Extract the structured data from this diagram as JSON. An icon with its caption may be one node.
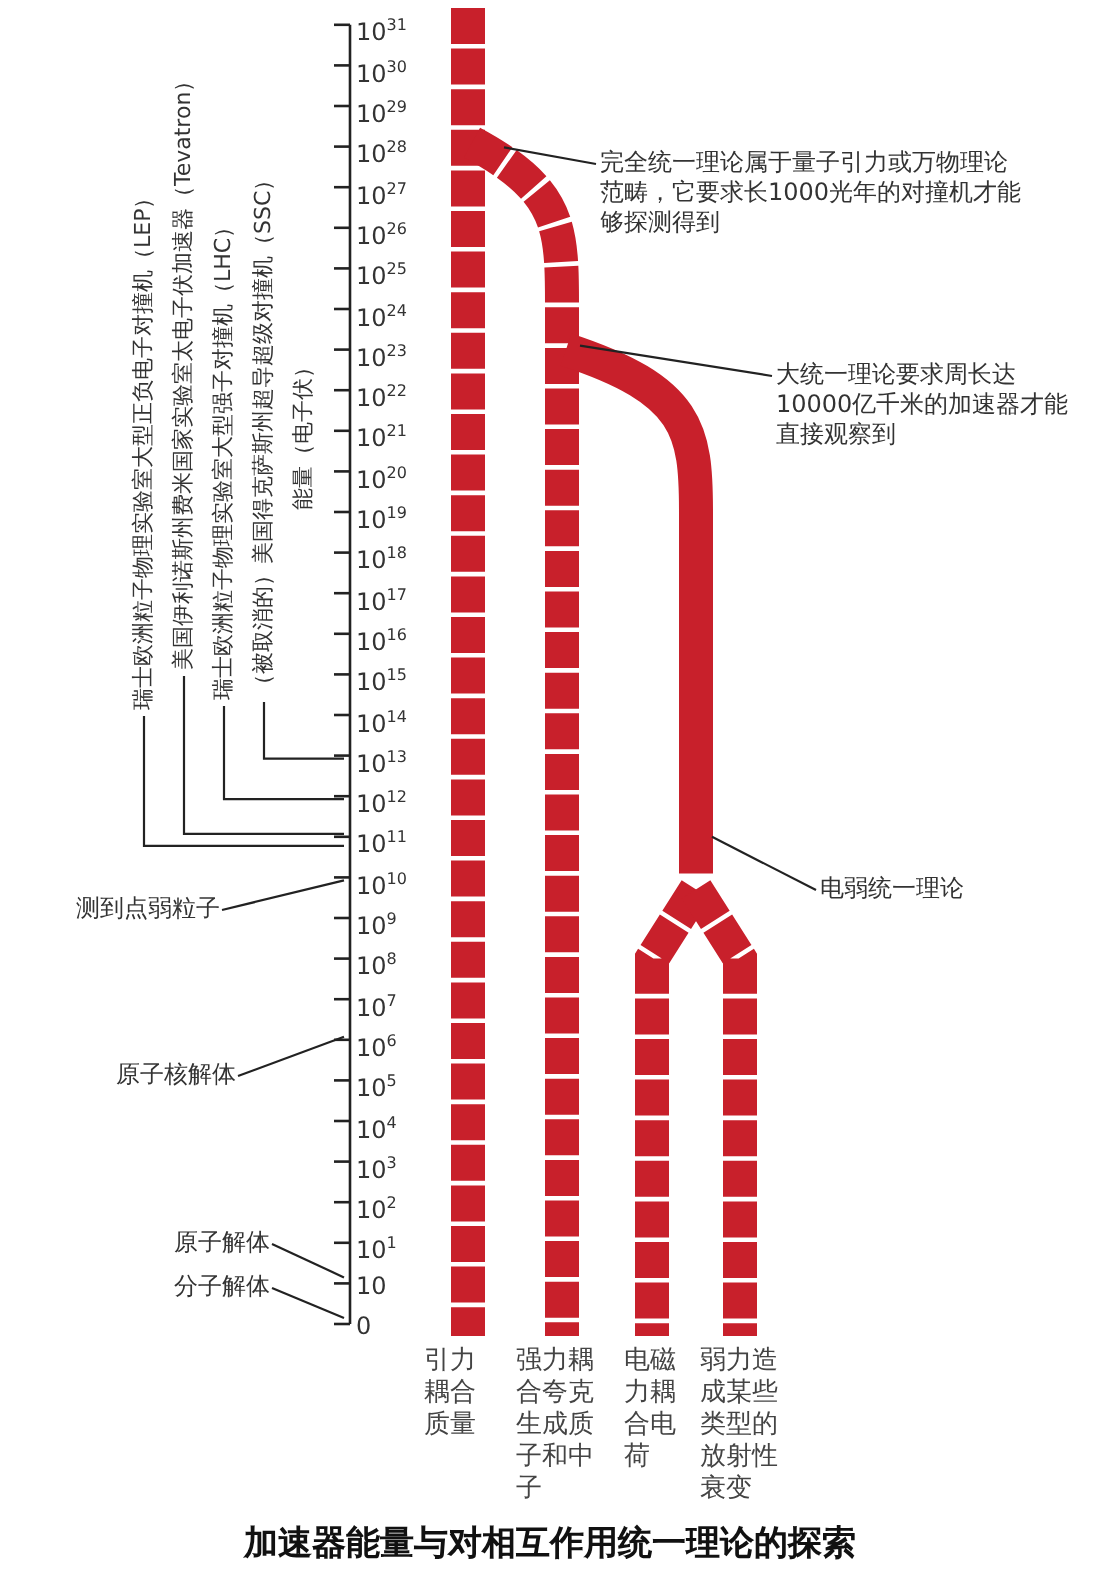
{
  "diagram": {
    "title": "加速器能量与对相互作用统一理论的探索",
    "nodes": [
      {
        "text": [
          "完全统一理论属于量子引力或万物理论范畴，它要求长1000光年的对撞机才能够探测得到"
        ]
      },
      {
        "text": [
          "大统一理论要求周长达10000亿千米的加速器才能直接观察到"
        ]
      },
      {
        "text": [
          "电弱统一理论"
        ]
      },
      {
        "text": [
          "测到点弱粒子"
        ]
      },
      {
        "text": [
          "原子核解体"
        ]
      },
      {
        "text": [
          "原子解体"
        ]
      },
      {
        "text": [
          "分子解体"
        ]
      },
      {
        "text": [
          "瑞士欧洲粒子物理实验室大型正负电子对撞机（LEP）"
        ]
      },
      {
        "text": [
          "美国伊利诺斯州费米国家实验室太电子伏加速器（Tevatron）"
        ]
      },
      {
        "text": [
          "瑞士欧洲粒子物理实验室大型强子对撞机（LHC）"
        ]
      },
      {
        "text": [
          "（被取消的）美国得克萨斯州超导超级对撞机（SSC）"
        ]
      },
      {
        "text": [],
        "shape": "bar"
      },
      {
        "text": [],
        "shape": "bar"
      },
      {
        "text": [],
        "shape": "bar"
      },
      {
        "text": [],
        "shape": "bar"
      },
      {
        "text": [],
        "shape": "bar"
      },
      {
        "text": [
          "10$^{13}$"
        ]
      },
      {
        "text": [
          "10$^{12}$"
        ]
      },
      {
        "text": [
          "10$^{11}$"
        ]
      },
      {
        "text": [
          "10$^{10}$"
        ]
      },
      {
        "text": [
          "10$^{6}$"
        ]
      },
      {
        "text": [
          "10"
        ]
      },
      {
        "text": [
          "0"
        ]
      }
    ],
    "edges": [
      {
        "from": 0,
        "to": 12,
        "arrow": "none"
      },
      {
        "from": 1,
        "to": 13,
        "arrow": "none"
      },
      {
        "from": 2,
        "to": 13,
        "arrow": "none"
      },
      {
        "from": 3,
        "to": 19,
        "arrow": "none"
      },
      {
        "from": 4,
        "to": 20,
        "arrow": "none"
      },
      {
        "from": 5,
        "to": 21,
        "arrow": "none"
      },
      {
        "from": 6,
        "to": 22,
        "arrow": "none"
      },
      {
        "from": 7,
        "to": 18,
        "arrow": "none"
      },
      {
        "from": 8,
        "to": 18,
        "arrow": "none"
      },
      {
        "from": 9,
        "to": 17,
        "arrow": "none"
      },
      {
        "from": 10,
        "to": 16,
        "arrow": "none"
      }
    ],
    "labels": [
      "10$^{31}$",
      "10$^{30}$",
      "10$^{29}$",
      "10$^{28}$",
      "10$^{27}$",
      "10$^{26}$",
      "10$^{25}$",
      "10$^{24}$",
      "10$^{23}$",
      "10$^{22}$",
      "10$^{21}$",
      "10$^{20}$",
      "10$^{19}$",
      "10$^{18}$",
      "10$^{17}$",
      "10$^{16}$",
      "10$^{15}$",
      "10$^{14}$",
      "10$^{9}$",
      "10$^{8}$",
      "10$^{7}$",
      "10$^{5}$",
      "10$^{4}$",
      "10$^{3}$",
      "10$^{2}$",
      "10$^{1}$",
      "能量（电子伏）",
      "引力耦合质量",
      "强力耦合夸克生成质子和中子",
      "电磁力耦合电荷",
      "弱力造成某些类型的放射性衰变"
    ]
  }
}
